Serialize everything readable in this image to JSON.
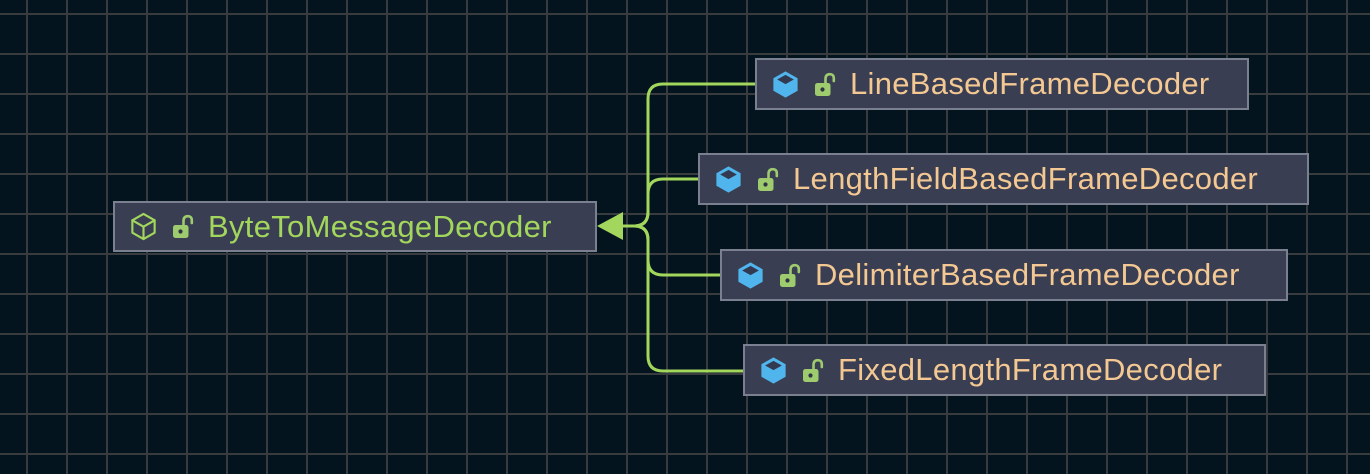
{
  "diagram": {
    "kind": "class-inheritance-diagram",
    "relationship": "inheritance",
    "base_class": {
      "label": "ByteToMessageDecoder",
      "type_icon": "abstract-class-cube-outline-icon",
      "modifier_icon": "unlocked-padlock-icon"
    },
    "subclasses": [
      {
        "label": "LineBasedFrameDecoder",
        "type_icon": "class-cube-icon",
        "modifier_icon": "unlocked-padlock-icon"
      },
      {
        "label": "LengthFieldBasedFrameDecoder",
        "type_icon": "class-cube-icon",
        "modifier_icon": "unlocked-padlock-icon"
      },
      {
        "label": "DelimiterBasedFrameDecoder",
        "type_icon": "class-cube-icon",
        "modifier_icon": "unlocked-padlock-icon"
      },
      {
        "label": "FixedLengthFrameDecoder",
        "type_icon": "class-cube-icon",
        "modifier_icon": "unlocked-padlock-icon"
      }
    ],
    "colors": {
      "canvas_background": "#03141f",
      "grid_line": "#393c3f",
      "node_background": "#3a3e52",
      "node_border": "#7b8090",
      "base_class_text": "#a2d65c",
      "subclass_text": "#f3c893",
      "edge_green": "#a2d65c",
      "class_icon_blue": "#4fb5ec",
      "padlock_green": "#9ecb6d"
    }
  }
}
